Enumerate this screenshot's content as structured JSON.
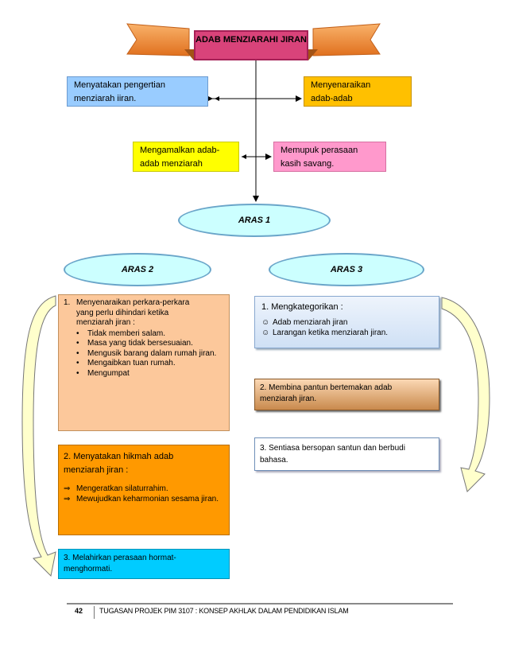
{
  "title": "ADAB MENZIARAHI JIRAN",
  "top_boxes": {
    "pengertian": [
      "Menyatakan  pengertian",
      "menziarah  iiran."
    ],
    "menyenaraikan": [
      "Menyenaraikan",
      "adab-adab"
    ],
    "mengamalkan": [
      "Mengamalkan  adab-",
      "adab menziarah"
    ],
    "memupuk": [
      "Memupuk  perasaan",
      "kasih savang."
    ]
  },
  "levels": {
    "aras1": "ARAS 1",
    "aras2": "ARAS 2",
    "aras3": "ARAS 3"
  },
  "left_col": {
    "box1": {
      "number": "1.",
      "heading_lines": [
        "Menyenaraikan perkara-perkara",
        "yang perlu dihindari ketika",
        "menziarah jiran :"
      ],
      "bullet": "•",
      "items": [
        "Tidak memberi salam.",
        "Masa yang tidak bersesuaian.",
        "Mengusik barang dalam rumah jiran.",
        "Mengaibkan  tuan rumah.",
        "Mengumpat"
      ]
    },
    "box2": {
      "heading_lines": [
        "2. Menyatakan  hikmah  adab",
        "menziarah  jiran :"
      ],
      "arrow": "⇒",
      "items": [
        "Mengeratkan  silaturrahim.",
        "Mewujudkan keharmonian sesama jiran."
      ]
    },
    "box3": [
      "3. Melahirkan  perasaan hormat-",
      "menghormati."
    ]
  },
  "right_col": {
    "box1": {
      "heading": "1. Mengkategorikan :",
      "smiley": "☺",
      "items": [
        "Adab menziarah jiran",
        "Larangan ketika menziarah jiran."
      ]
    },
    "box2": [
      "2. Membina pantun bertemakan adab",
      "menziarah jiran."
    ],
    "box3": [
      "3. Sentiasa bersopan santun dan berbudi",
      "bahasa."
    ]
  },
  "footer": {
    "page": "42",
    "text": "TUGASAN PROJEK PIM 3107 : KONSEP AKHLAK DALAM PENDIDIKAN ISLAM"
  },
  "colors": {
    "title": "#d9437a",
    "ribbon": "#f58a38",
    "blue": "#99ccff",
    "orange": "#ffc000",
    "yellow": "#ffff00",
    "pink": "#ff99cc",
    "ellipse": "#ccffff",
    "curve_arrow": "#ffffcc"
  }
}
